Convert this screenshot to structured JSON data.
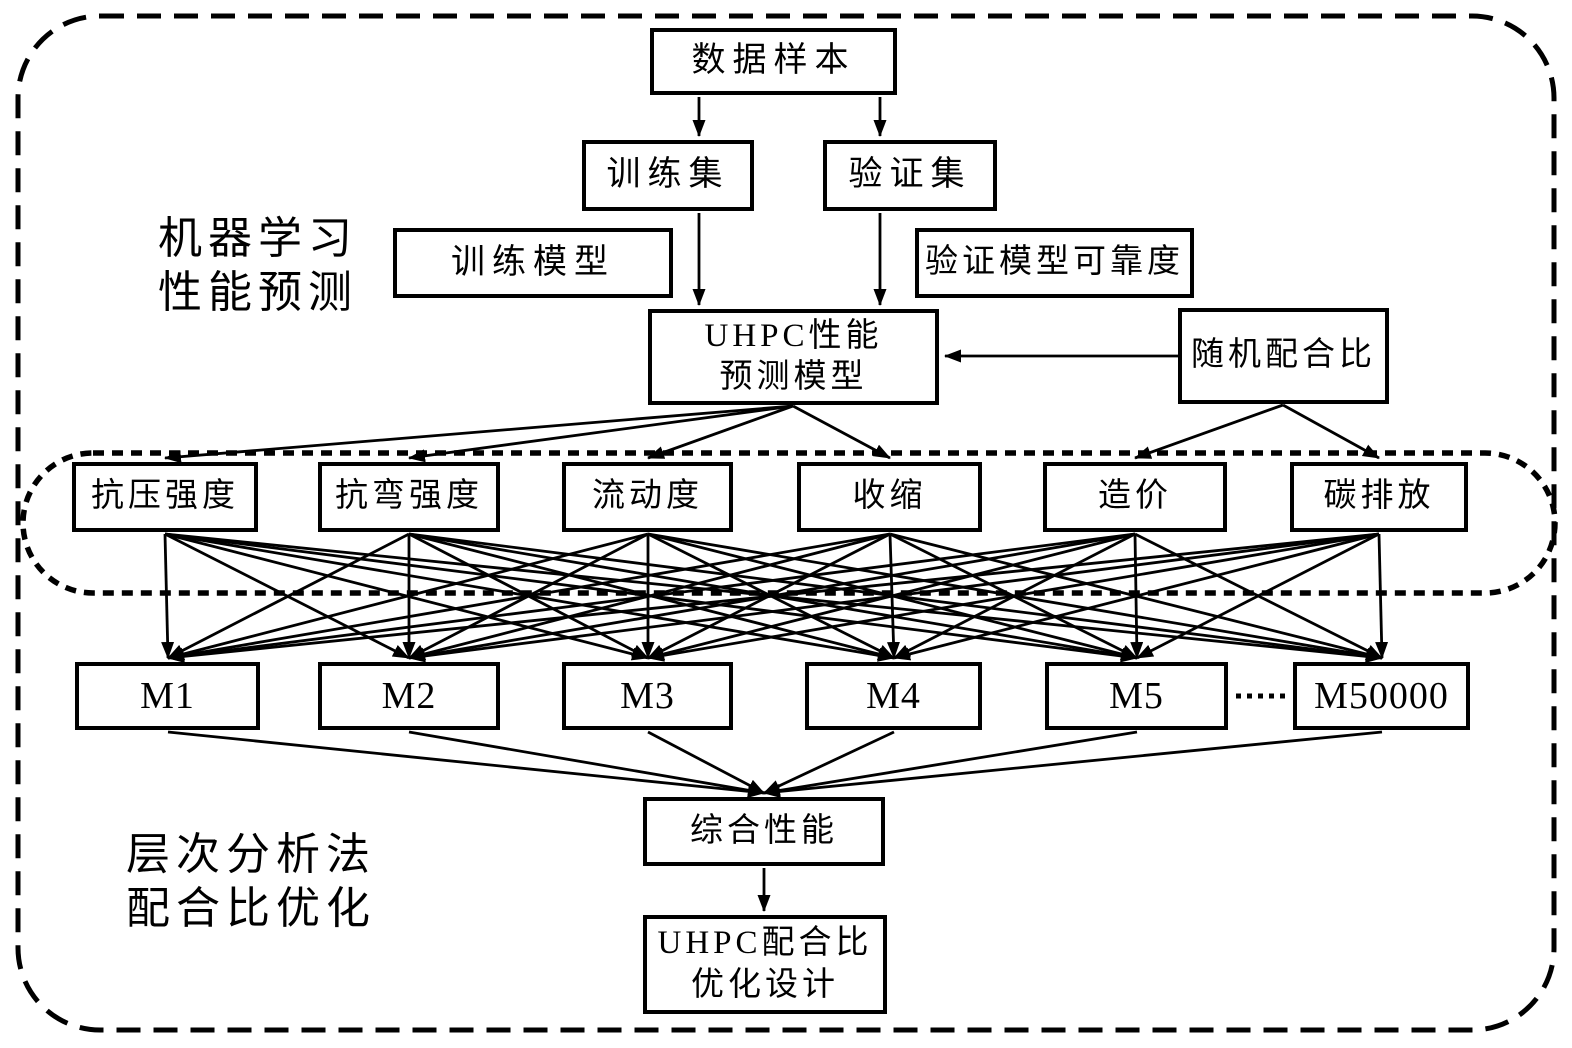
{
  "section_labels": {
    "machine_learning": [
      "机器学习",
      "性能预测"
    ],
    "ahp": [
      "层次分析法",
      "配合比优化"
    ]
  },
  "nodes": {
    "data_sample": "数据样本",
    "training_set": "训练集",
    "validation_set": "验证集",
    "train_model": "训练模型",
    "validate_model": "验证模型可靠度",
    "uhpc_model": [
      "UHPC性能",
      "预测模型"
    ],
    "random_mix": "随机配合比",
    "criteria": [
      "抗压强度",
      "抗弯强度",
      "流动度",
      "收缩",
      "造价",
      "碳排放"
    ],
    "mixes": [
      "M1",
      "M2",
      "M3",
      "M4",
      "M5",
      "M50000"
    ],
    "comprehensive": "综合性能",
    "final_design": [
      "UHPC配合比",
      "优化设计"
    ]
  },
  "colors": {
    "stroke": "#000000",
    "background": "#ffffff",
    "text": "#000000"
  }
}
